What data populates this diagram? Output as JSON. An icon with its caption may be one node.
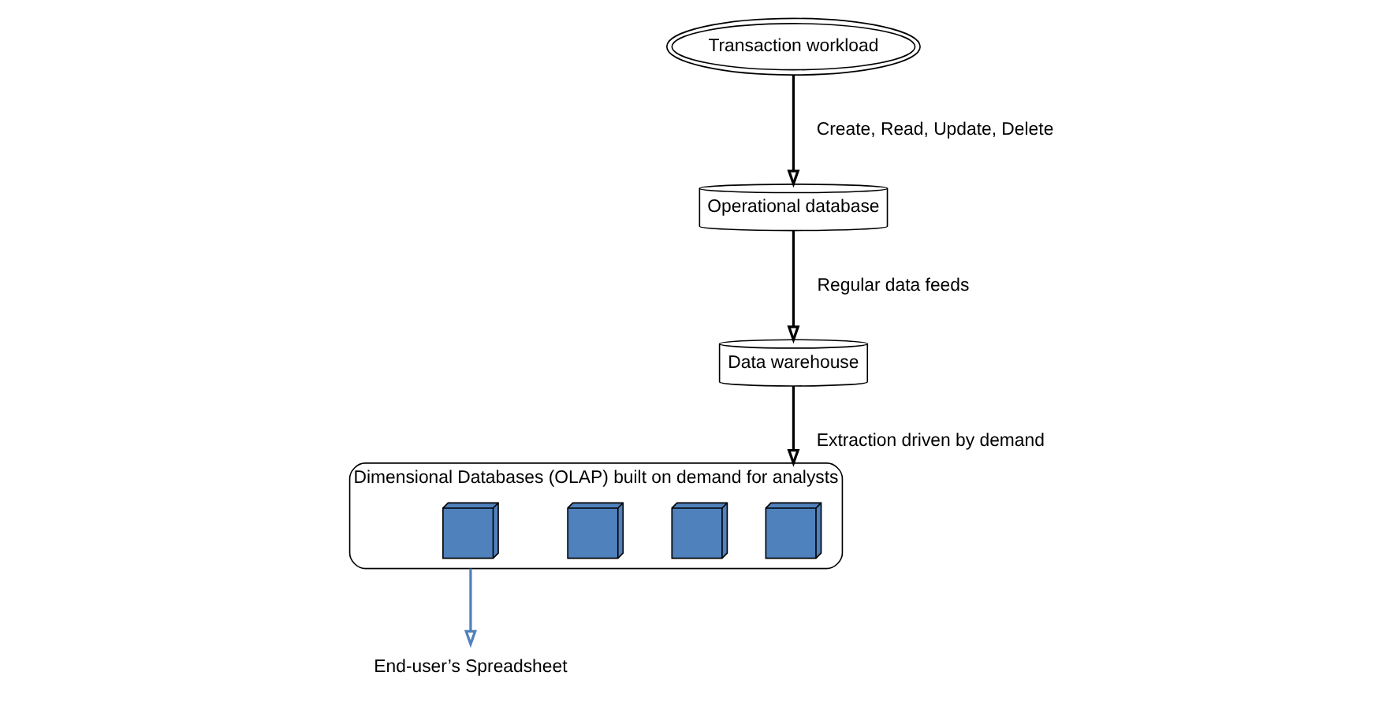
{
  "diagram": {
    "nodes": [
      {
        "text": [
          "Transaction workload"
        ]
      },
      {
        "text": [
          "Operational database"
        ]
      },
      {
        "text": [
          "Data warehouse"
        ]
      },
      {
        "text": [
          "Dimensional Databases (OLAP) built on demand for analysts"
        ]
      },
      {
        "text": [],
        "shape": "box",
        "in": 3
      },
      {
        "text": [],
        "shape": "box",
        "in": 3
      },
      {
        "text": [],
        "shape": "box",
        "in": 3
      },
      {
        "text": [],
        "shape": "box",
        "in": 3
      },
      {
        "text": [
          "End-user’s Spreadsheet"
        ]
      }
    ],
    "edges": [
      {
        "from": 0,
        "to": 1,
        "arrow": "to",
        "label": "Create, Read, Update, Delete"
      },
      {
        "from": 1,
        "to": 2,
        "arrow": "to",
        "label": "Regular data feeds"
      },
      {
        "from": 2,
        "to": 3,
        "arrow": "to",
        "label": "Extraction driven by demand"
      },
      {
        "from": 3,
        "to": 8,
        "arrow": "to",
        "color": "#4f81bd"
      }
    ]
  }
}
